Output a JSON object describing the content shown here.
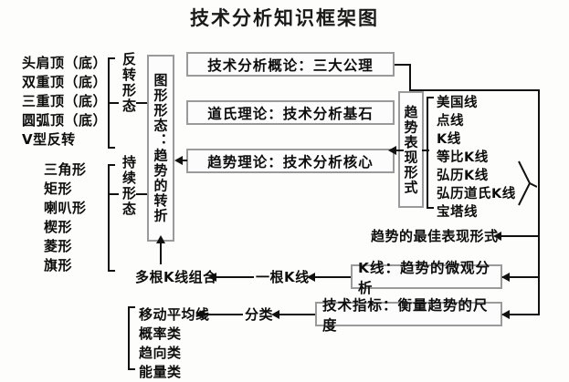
{
  "title": "技术分析知识框架图",
  "left_groups": [
    {
      "name": "reversal",
      "label": "反转形态",
      "items": [
        "头肩顶（底）",
        "双重顶（底）",
        "三重顶（底）",
        "圆弧顶（底）",
        "V型反转"
      ]
    },
    {
      "name": "continuation",
      "label": "持续形态",
      "items": [
        "三角形",
        "矩形",
        "喇叭形",
        "楔形",
        "菱形",
        "旗形"
      ]
    }
  ],
  "pattern_box": "图形形态：趋势的转折",
  "theory_boxes": [
    "技术分析概论：三大公理",
    "道氏理论：技术分析基石",
    "趋势理论：技术分析核心"
  ],
  "trend_form_box": "趋势表现形式",
  "trend_forms": [
    "美国线",
    "点线",
    "K线",
    "等比K线",
    "弘历K线",
    "弘历道氏K线",
    "宝塔线"
  ],
  "best_form_label": "趋势的最佳表现形式",
  "kline_row": {
    "box": "K线：趋势的微观分析",
    "middle": "一根K线",
    "left": "多根K线组合"
  },
  "indicator_row": {
    "box": "技术指标：衡量趋势的尺度",
    "middle": "分类",
    "items": [
      "移动平均线",
      "概率类",
      "趋向类",
      "能量类"
    ]
  },
  "colors": {
    "background": "#fdfdfc",
    "box_border": "#9a9a9a",
    "line": "#111111",
    "text": "#0d0d0d"
  }
}
